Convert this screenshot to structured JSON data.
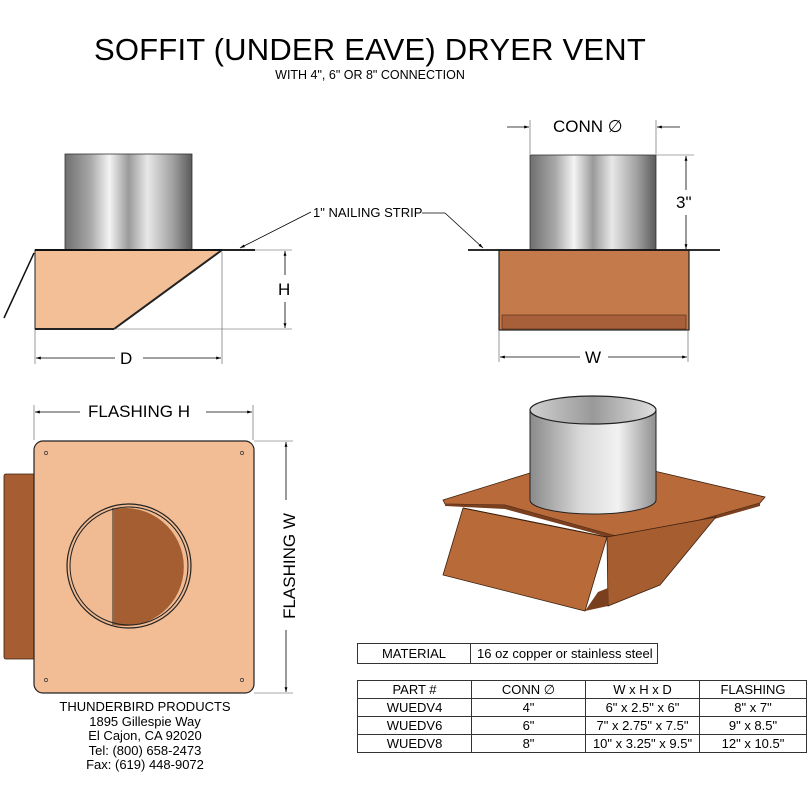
{
  "header": {
    "title": "SOFFIT (UNDER EAVE) DRYER VENT",
    "subtitle": "WITH 4\", 6\" OR 8\" CONNECTION"
  },
  "side_view": {
    "depth_label": "D",
    "height_label": "H"
  },
  "callout": {
    "nailing_strip": "1\" NAILING STRIP"
  },
  "front_view": {
    "conn_label": "CONN ∅",
    "collar_height": "3\"",
    "width_label": "W"
  },
  "top_view": {
    "flashing_h": "FLASHING H",
    "flashing_w": "FLASHING W"
  },
  "company": {
    "name": "THUNDERBIRD PRODUCTS",
    "street": "1895 Gillespie Way",
    "city": "El Cajon, CA 92020",
    "tel": "Tel: (800) 658-2473",
    "fax": "Fax: (619) 448-9072"
  },
  "material": {
    "label": "MATERIAL",
    "value": "16 oz copper or stainless steel"
  },
  "spec_table": {
    "headers": [
      "PART #",
      "CONN ∅",
      "W x H x D",
      "FLASHING"
    ],
    "rows": [
      [
        "WUEDV4",
        "4\"",
        "6\" x 2.5\" x 6\"",
        "8\" x 7\""
      ],
      [
        "WUEDV6",
        "6\"",
        "7\" x 2.75\" x 7.5\"",
        "9\" x 8.5\""
      ],
      [
        "WUEDV8",
        "8\"",
        "10\" x 3.25\" x 9.5\"",
        "12\" x 10.5\""
      ]
    ]
  },
  "colors": {
    "copper_light": "#f0b88e",
    "copper_dark": "#a65d30",
    "copper_mid": "#c0733f",
    "steel": "#bfbfbf"
  }
}
